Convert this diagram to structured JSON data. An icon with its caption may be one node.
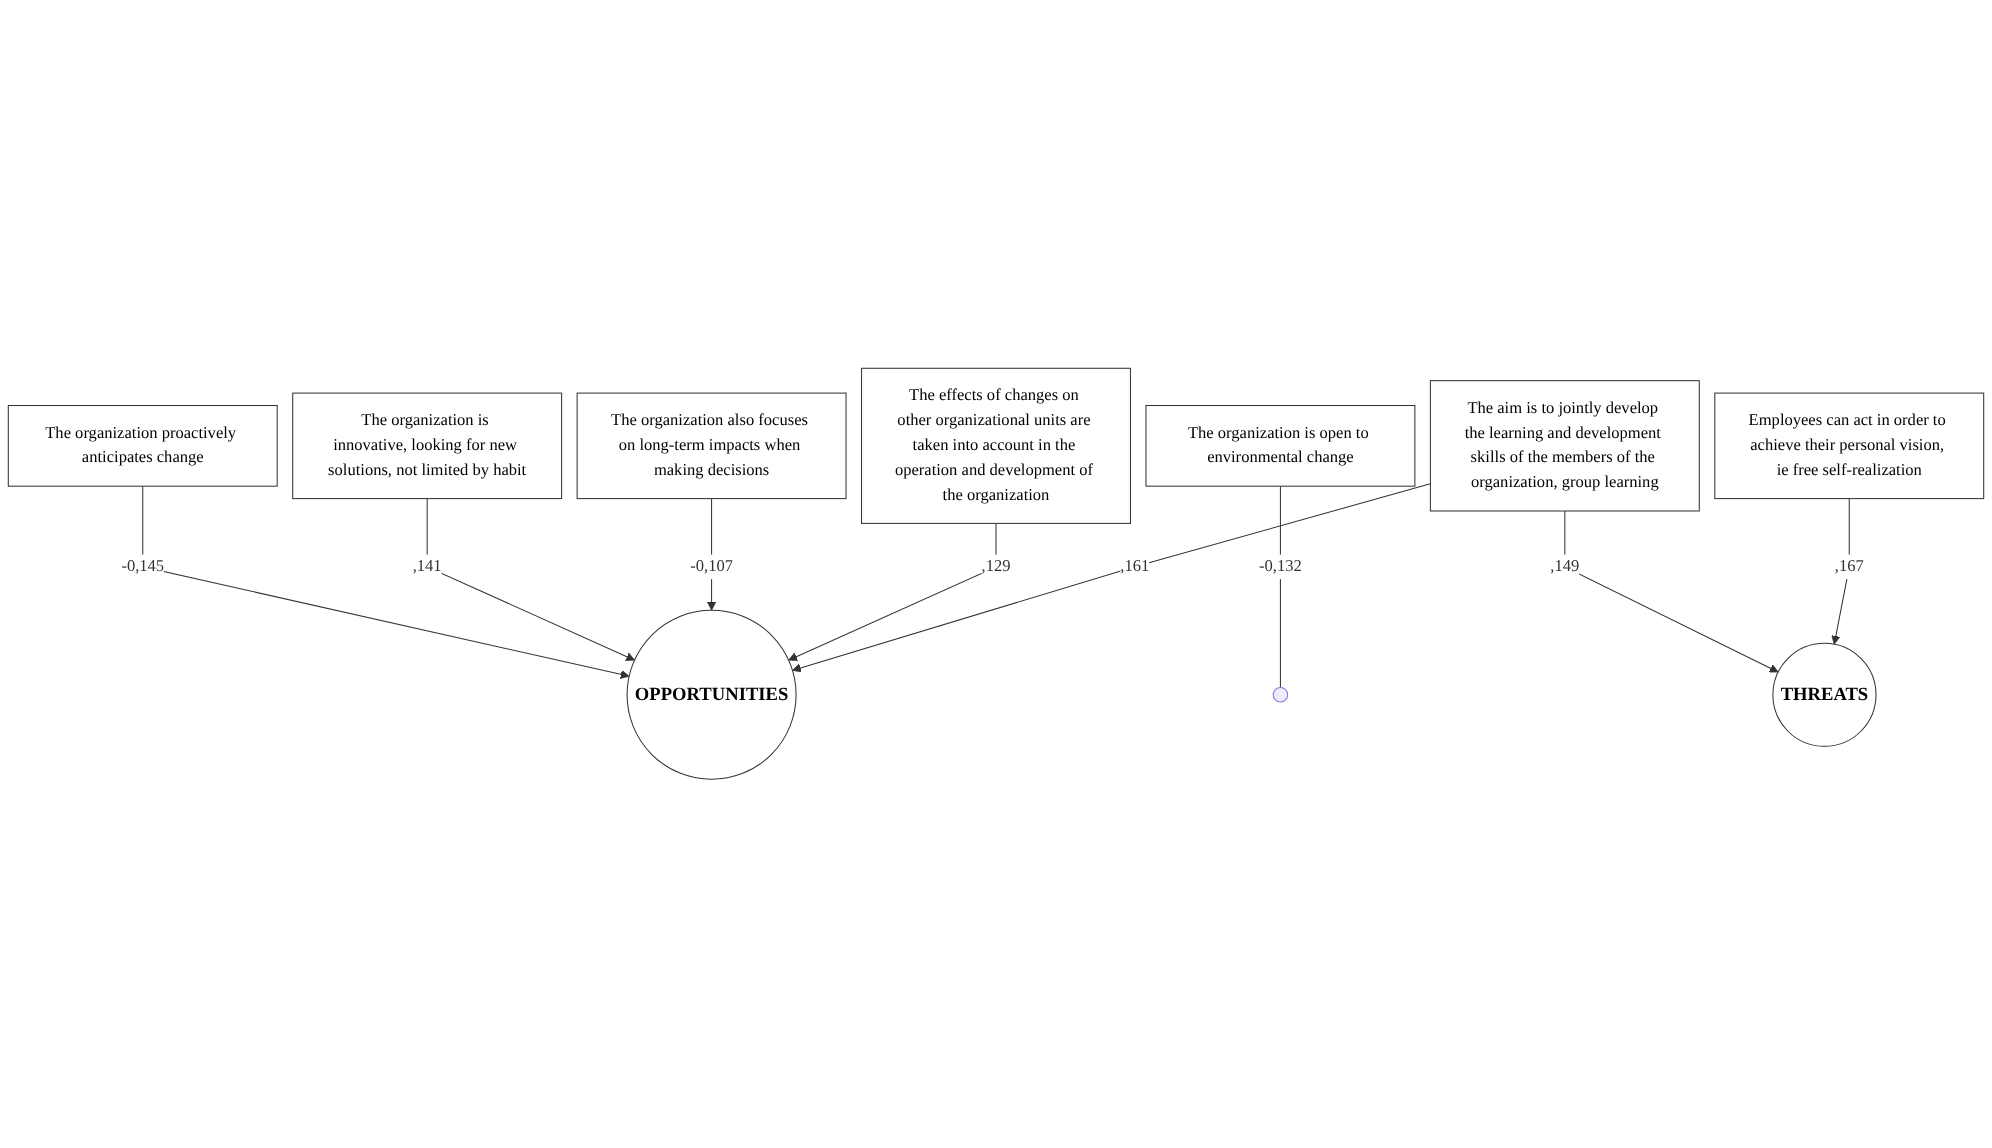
{
  "diagram": {
    "nodes": [
      {
        "text": [
          "The organization proactively anticipates change"
        ]
      },
      {
        "text": [
          "The organization is innovative, looking for new solutions, not limited by habit"
        ]
      },
      {
        "text": [
          "The organization also focuses on long-term impacts when making decisions"
        ]
      },
      {
        "text": [
          "The effects of changes on other organizational units are taken into account in the operation and development of the organization"
        ]
      },
      {
        "text": [
          "The organization is open to environmental change"
        ]
      },
      {
        "text": [
          "The aim is to jointly develop the learning and development skills of the members of the organization, group learning"
        ]
      },
      {
        "text": [
          "Employees can act in order to achieve their personal vision, ie free self-realization"
        ]
      },
      {
        "text": [
          "OPPORTUNITIES"
        ]
      },
      {
        "text": [
          "THREATS"
        ]
      }
    ],
    "edges": [
      {
        "from": 0,
        "to": 7,
        "arrow": "to",
        "label": "-0,145"
      },
      {
        "from": 1,
        "to": 7,
        "arrow": "to",
        "label": ",141"
      },
      {
        "from": 2,
        "to": 7,
        "arrow": "to",
        "label": "-0,107"
      },
      {
        "from": 3,
        "to": 7,
        "arrow": "to",
        "label": ",129"
      },
      {
        "from": 5,
        "to": 7,
        "arrow": "to",
        "label": ",161"
      },
      {
        "from": 4,
        "to": null,
        "arrow": "none",
        "label": "-0,132"
      },
      {
        "from": 5,
        "to": 8,
        "arrow": "to",
        "label": ",149"
      },
      {
        "from": 6,
        "to": 8,
        "arrow": "to",
        "label": ",167"
      }
    ]
  }
}
